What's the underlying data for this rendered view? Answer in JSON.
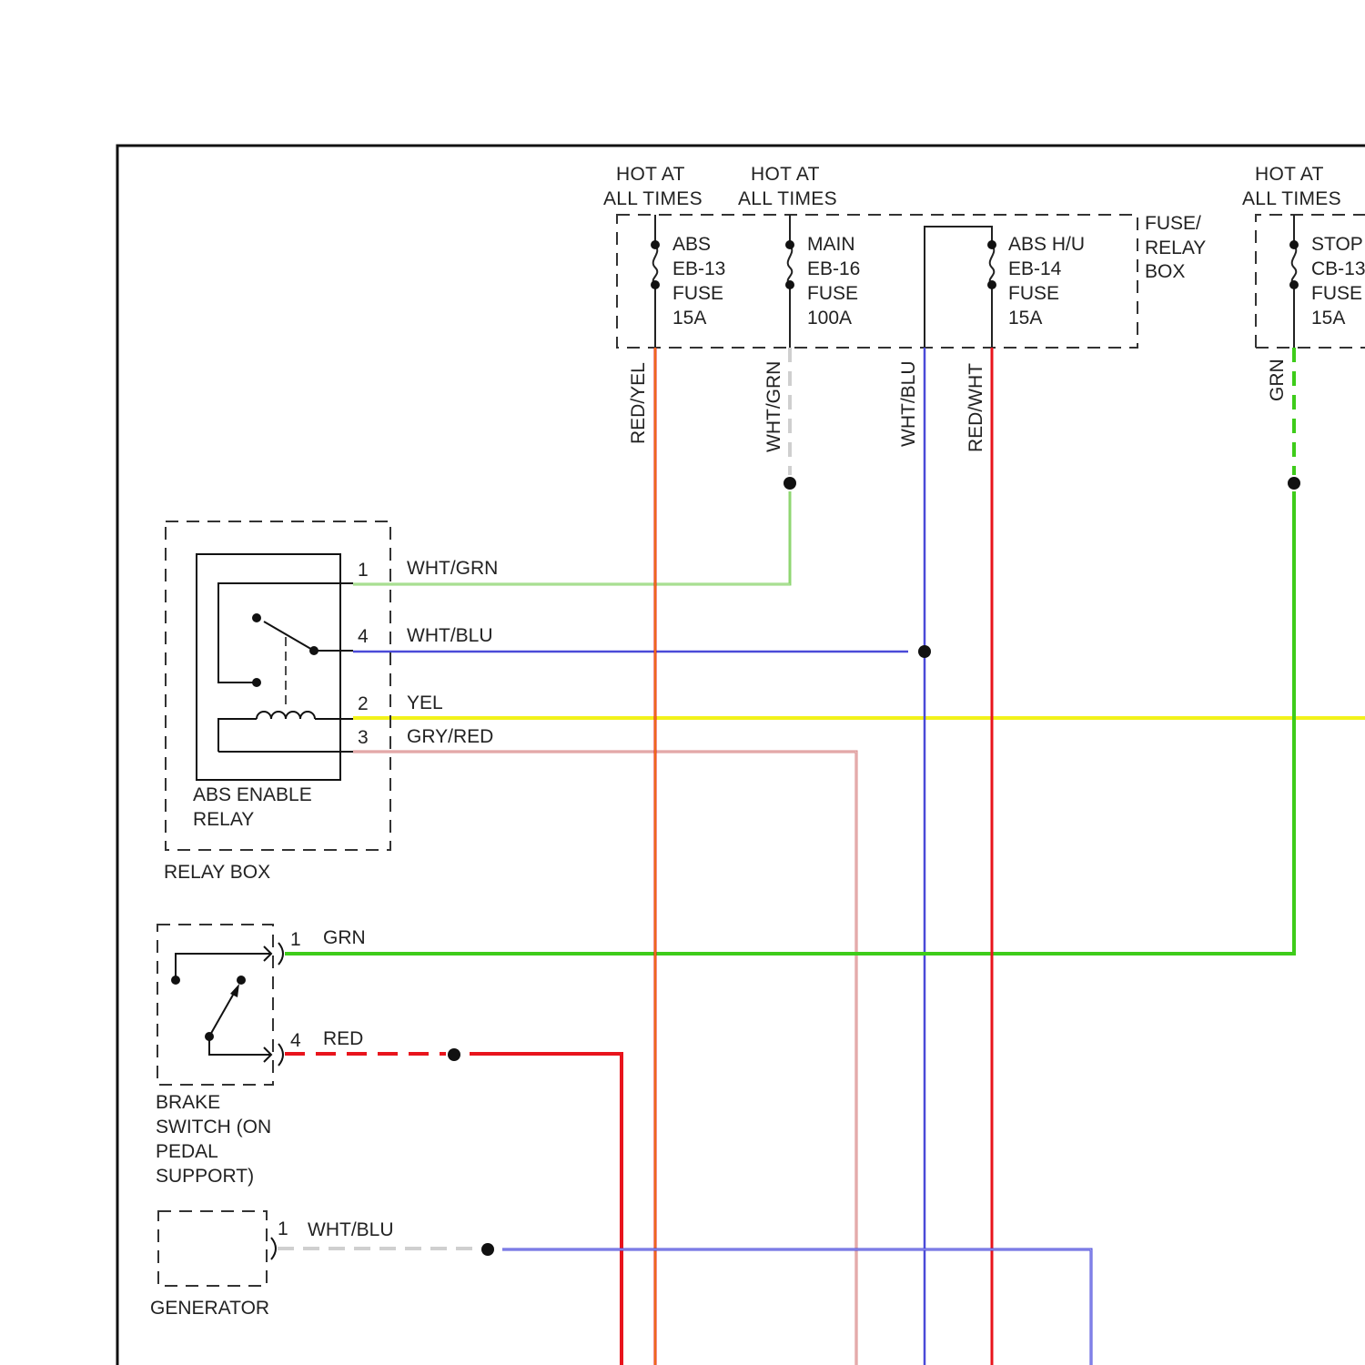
{
  "hot_labels": {
    "abs_fuse": [
      "HOT AT",
      "ALL TIMES"
    ],
    "main_fuse": [
      "HOT AT",
      "ALL TIMES"
    ],
    "stop_fuse": [
      "HOT AT",
      "ALL TIMES"
    ]
  },
  "fuses": {
    "abs": [
      "ABS",
      "EB-13",
      "FUSE",
      "15A"
    ],
    "main": [
      "MAIN",
      "EB-16",
      "FUSE",
      "100A"
    ],
    "abs_hu": [
      "ABS H/U",
      "EB-14",
      "FUSE",
      "15A"
    ],
    "stop": [
      "STOP",
      "CB-13",
      "FUSE",
      "15A"
    ]
  },
  "fuse_relay_box_label": [
    "FUSE/",
    "RELAY",
    "BOX"
  ],
  "vertical_wires": {
    "red_yel": "RED/YEL",
    "wht_grn": "WHT/GRN",
    "wht_blu": "WHT/BLU",
    "red_wht": "RED/WHT",
    "grn": "GRN"
  },
  "relay": {
    "name": [
      "ABS ENABLE",
      "RELAY"
    ],
    "box_label": "RELAY BOX",
    "pins": [
      {
        "num": "1",
        "wire": "WHT/GRN"
      },
      {
        "num": "4",
        "wire": "WHT/BLU"
      },
      {
        "num": "2",
        "wire": "YEL"
      },
      {
        "num": "3",
        "wire": "GRY/RED"
      }
    ]
  },
  "brake_switch": {
    "name": [
      "BRAKE",
      "SWITCH (ON",
      "PEDAL",
      "SUPPORT)"
    ],
    "pins": [
      {
        "num": "1",
        "wire": "GRN"
      },
      {
        "num": "4",
        "wire": "RED"
      }
    ]
  },
  "generator": {
    "name": "GENERATOR",
    "pin": {
      "num": "1",
      "wire": "WHT/BLU"
    }
  },
  "colors": {
    "red": "#e8141c",
    "green": "#3ecc1a",
    "light_green": "#8fd672",
    "blue": "#4a4ad8",
    "yellow": "#f2f21a",
    "gray_red": "#d98a8a",
    "gray_dash": "#cfcfcf"
  }
}
